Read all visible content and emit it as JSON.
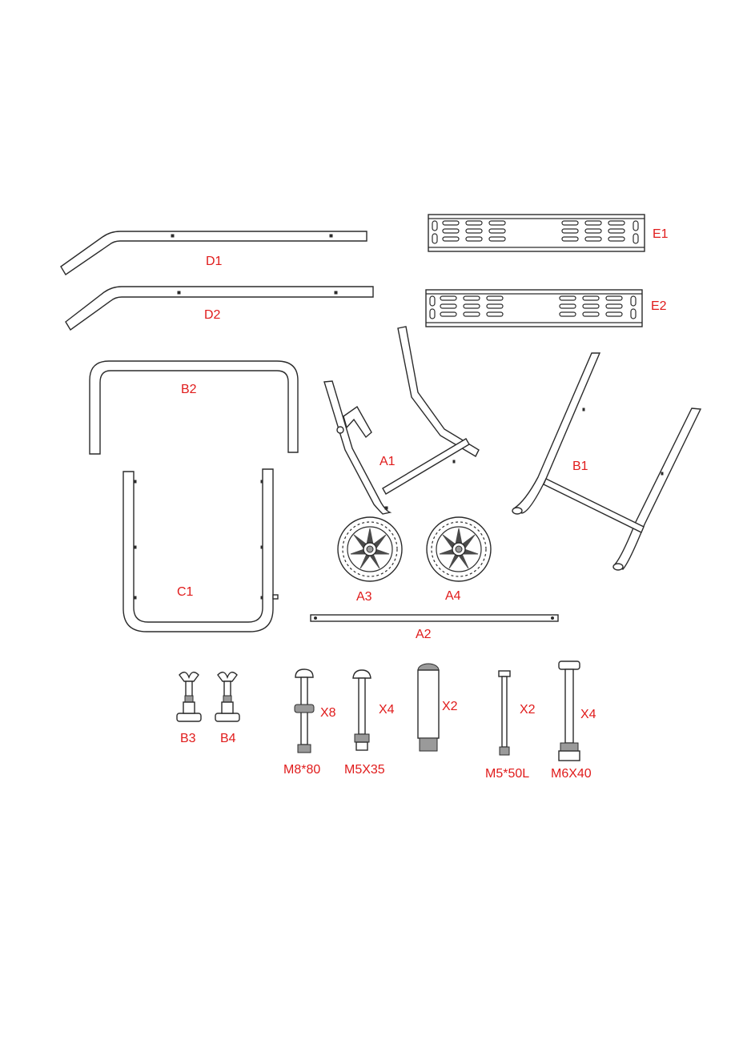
{
  "accent_color": "#e01b1b",
  "parts": {
    "D1": "D1",
    "D2": "D2",
    "E1": "E1",
    "E2": "E2",
    "B2": "B2",
    "A1": "A1",
    "B1": "B1",
    "C1": "C1",
    "A3": "A3",
    "A4": "A4",
    "A2": "A2",
    "B3": "B3",
    "B4": "B4"
  },
  "hardware": [
    {
      "qty": "X8",
      "spec": "M8*80"
    },
    {
      "qty": "X4",
      "spec": "M5X35"
    },
    {
      "qty": "X2",
      "spec": ""
    },
    {
      "qty": "X2",
      "spec": "M5*50L"
    },
    {
      "qty": "X4",
      "spec": "M6X40"
    }
  ]
}
